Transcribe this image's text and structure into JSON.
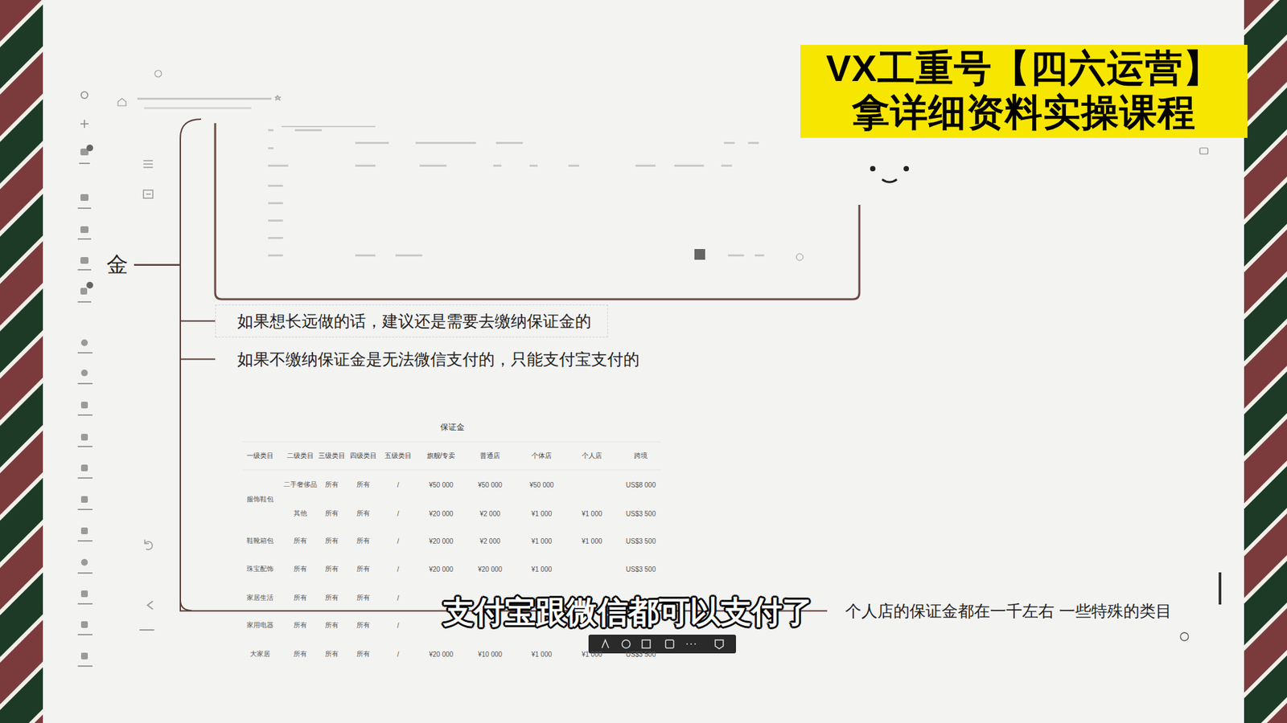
{
  "diagram": {
    "nodes": [
      {
        "text": [
          "金"
        ]
      },
      {
        "text": [
          "如果想长远做的话，建议还是需要去缴纳保证金的"
        ]
      },
      {
        "text": [
          "如果不缴纳保证金是无法微信支付的，只能支付宝支付的"
        ]
      },
      {
        "text": [
          "个人店的保证金都在一千左右 一些特殊的类目"
        ]
      }
    ],
    "edges": [
      {
        "from": 0,
        "to": 1,
        "arrow": "none"
      },
      {
        "from": 0,
        "to": 2,
        "arrow": "none"
      },
      {
        "from": 0,
        "to": 3,
        "arrow": "none"
      }
    ],
    "labels": [
      "VX工重号【四六运营】",
      "拿详细资料实操课程",
      "支付宝跟微信都可以支付了",
      "保证金",
      "一级类目",
      "二级类目",
      "三级类目",
      "四级类目",
      "五级类目",
      "旗舰/专卖",
      "普通店",
      "个体店",
      "个人店",
      "跨境",
      "服饰鞋包",
      "二手奢侈品",
      "所有",
      "所有",
      "/",
      "¥50 000",
      "¥50 000",
      "¥50 000",
      "US$8 000",
      "其他",
      "所有",
      "所有",
      "/",
      "¥20 000",
      "¥2 000",
      "¥1 000",
      "¥1 000",
      "US$3 500",
      "鞋靴箱包",
      "所有",
      "所有",
      "所有",
      "/",
      "¥20 000",
      "¥2 000",
      "¥1 000",
      "¥1 000",
      "US$3 500",
      "珠宝配饰",
      "所有",
      "所有",
      "所有",
      "/",
      "¥20 000",
      "¥20 000",
      "¥1 000",
      "US$3 500",
      "家居生活",
      "所有",
      "所有",
      "所有",
      "/",
      "家用电器",
      "所有",
      "所有",
      "所有",
      "/",
      "大家居",
      "所有",
      "所有",
      "所有",
      "/",
      "¥20 000",
      "¥10 000",
      "¥1 000",
      "¥1 000",
      "US$3 500"
    ]
  }
}
